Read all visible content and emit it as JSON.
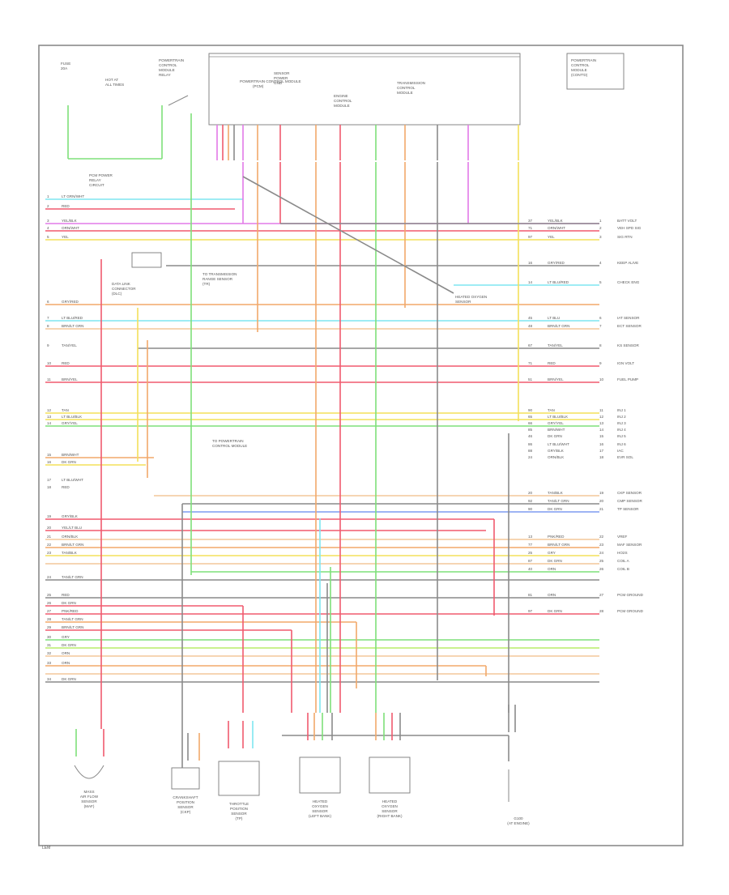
{
  "header_blocks": [
    {
      "id": "fuse",
      "lines": [
        "FUSE",
        "20A",
        "HOT AT",
        "ALL TIMES"
      ]
    },
    {
      "id": "relay",
      "lines": [
        "POWERTRAIN",
        "CONTROL",
        "MODULE",
        "RELAY"
      ]
    },
    {
      "id": "pcm",
      "lines": [
        "POWERTRAIN CONTROL MODULE",
        "(PCM)"
      ]
    },
    {
      "id": "sensors",
      "lines": [
        "SENSOR",
        "POWER",
        "GND"
      ]
    },
    {
      "id": "ecm",
      "lines": [
        "ENGINE",
        "CONTROL",
        "MODULE"
      ]
    },
    {
      "id": "trans",
      "lines": [
        "TRANSMISSION",
        "CONTROL",
        "MODULE"
      ]
    },
    {
      "id": "right",
      "lines": [
        "POWERTRAIN",
        "CONTROL",
        "MODULE",
        "(CONT'D)"
      ]
    }
  ],
  "notes": [
    {
      "id": "n1",
      "lines": [
        "PCM POWER",
        "RELAY",
        "CIRCUIT"
      ]
    },
    {
      "id": "n2",
      "lines": [
        "DATA LINK",
        "CONNECTOR",
        "(DLC)"
      ]
    },
    {
      "id": "n3",
      "lines": [
        "TO TRANSMISSION",
        "RANGE SENSOR",
        "(TR)"
      ]
    },
    {
      "id": "n4",
      "lines": [
        "HEATED OXYGEN",
        "SENSOR"
      ]
    },
    {
      "id": "n5",
      "lines": [
        "TO POWERTRAIN",
        "CONTROL MODULE"
      ]
    }
  ],
  "left_labels": [
    "LT GRN/WHT",
    "RED",
    "YEL/BLK",
    "ORN/WHT",
    "YEL",
    "GRY/RED",
    "LT BLU/RED",
    "BRN/LT GRN",
    "TAN/YEL",
    "RED",
    "BRN/YEL",
    "TAN",
    "LT BLU/BLK",
    "GRY/YEL",
    "BRN/WHT",
    "DK GRN",
    "LT BLU/WHT",
    "RED",
    "GRY/BLK",
    "YEL/LT BLU",
    "ORN/BLK",
    "BRN/LT GRN",
    "TAN/BLK",
    "TAN/LT GRN",
    "RED",
    "DK GRN",
    "PNK/RED",
    "TAN/LT GRN",
    "BRN/LT GRN",
    "GRY",
    "DK GRN",
    "ORN",
    "ORN",
    "DK GRN"
  ],
  "right_rows": [
    {
      "pin": "37",
      "color": "YEL/BLK",
      "func": "BATT VOLT"
    },
    {
      "pin": "71",
      "color": "ORN/WHT",
      "func": "VEH SPD SIG"
    },
    {
      "pin": "97",
      "color": "YEL",
      "func": "SIG RTN"
    },
    {
      "pin": "16",
      "color": "GRY/RED",
      "func": "KEEP ALIVE"
    },
    {
      "pin": "14",
      "color": "LT BLU/RED",
      "func": "CHECK ENG"
    },
    {
      "pin": "45",
      "color": "LT BLU",
      "func": "IAT SENSOR"
    },
    {
      "pin": "48",
      "color": "BRN/LT GRN",
      "func": "ECT SENSOR"
    },
    {
      "pin": "67",
      "color": "TAN/YEL",
      "func": "KS SENSOR"
    },
    {
      "pin": "71",
      "color": "RED",
      "func": "IGN VOLT"
    },
    {
      "pin": "51",
      "color": "BRN/YEL",
      "func": "FUEL PUMP"
    },
    {
      "pin": "90",
      "color": "TAN",
      "func": "INJ 1"
    },
    {
      "pin": "65",
      "color": "LT BLU/BLK",
      "func": "INJ 2"
    },
    {
      "pin": "66",
      "color": "GRY/YEL",
      "func": "INJ 3"
    },
    {
      "pin": "85",
      "color": "BRN/WHT",
      "func": "INJ 4"
    },
    {
      "pin": "46",
      "color": "DK GRN",
      "func": "INJ 5"
    },
    {
      "pin": "86",
      "color": "LT BLU/WHT",
      "func": "INJ 6"
    },
    {
      "pin": "88",
      "color": "GRY/BLK",
      "func": "IAC"
    },
    {
      "pin": "24",
      "color": "ORN/BLK",
      "func": "EVR SOL"
    },
    {
      "pin": "20",
      "color": "TAN/BLK",
      "func": "CKP SENSOR"
    },
    {
      "pin": "92",
      "color": "TAN/LT GRN",
      "func": "CMP SENSOR"
    },
    {
      "pin": "90",
      "color": "DK GRN",
      "func": "TP SENSOR"
    },
    {
      "pin": "13",
      "color": "PNK/RED",
      "func": "VREF"
    },
    {
      "pin": "77",
      "color": "BRN/LT GRN",
      "func": "MAF SENSOR"
    },
    {
      "pin": "25",
      "color": "GRY",
      "func": "HO2S"
    },
    {
      "pin": "87",
      "color": "DK GRN",
      "func": "COIL A"
    },
    {
      "pin": "40",
      "color": "ORN",
      "func": "COIL B"
    },
    {
      "pin": "81",
      "color": "ORN",
      "func": "PCM GROUND"
    },
    {
      "pin": "97",
      "color": "DK GRN",
      "func": "PCM GROUND"
    }
  ],
  "components": [
    {
      "id": "maf",
      "lines": [
        "MASS",
        "AIR FLOW",
        "SENSOR",
        "(MAF)"
      ]
    },
    {
      "id": "ckp",
      "lines": [
        "CRANKSHAFT",
        "POSITION",
        "SENSOR",
        "(CKP)"
      ]
    },
    {
      "id": "tps",
      "lines": [
        "THROTTLE",
        "POSITION",
        "SENSOR",
        "(TP)"
      ]
    },
    {
      "id": "ho2s1",
      "lines": [
        "HEATED",
        "OXYGEN",
        "SENSOR",
        "(LEFT BANK)"
      ]
    },
    {
      "id": "ho2s2",
      "lines": [
        "HEATED",
        "OXYGEN",
        "SENSOR",
        "(RIGHT BANK)"
      ]
    },
    {
      "id": "ground",
      "lines": [
        "G100",
        "(AT ENGINE)"
      ]
    }
  ],
  "footer": {
    "page_code": "LEM"
  },
  "colors": {
    "cyan": "#7fe6f0",
    "red": "#f05a6e",
    "orange": "#f2a86a",
    "yellow": "#f4e05a",
    "green": "#7ee07a",
    "magenta": "#e27ae8",
    "gray": "#8a8a8a",
    "blue": "#7e9cf0",
    "peach": "#f3c79a",
    "lime": "#b8ee6a"
  }
}
